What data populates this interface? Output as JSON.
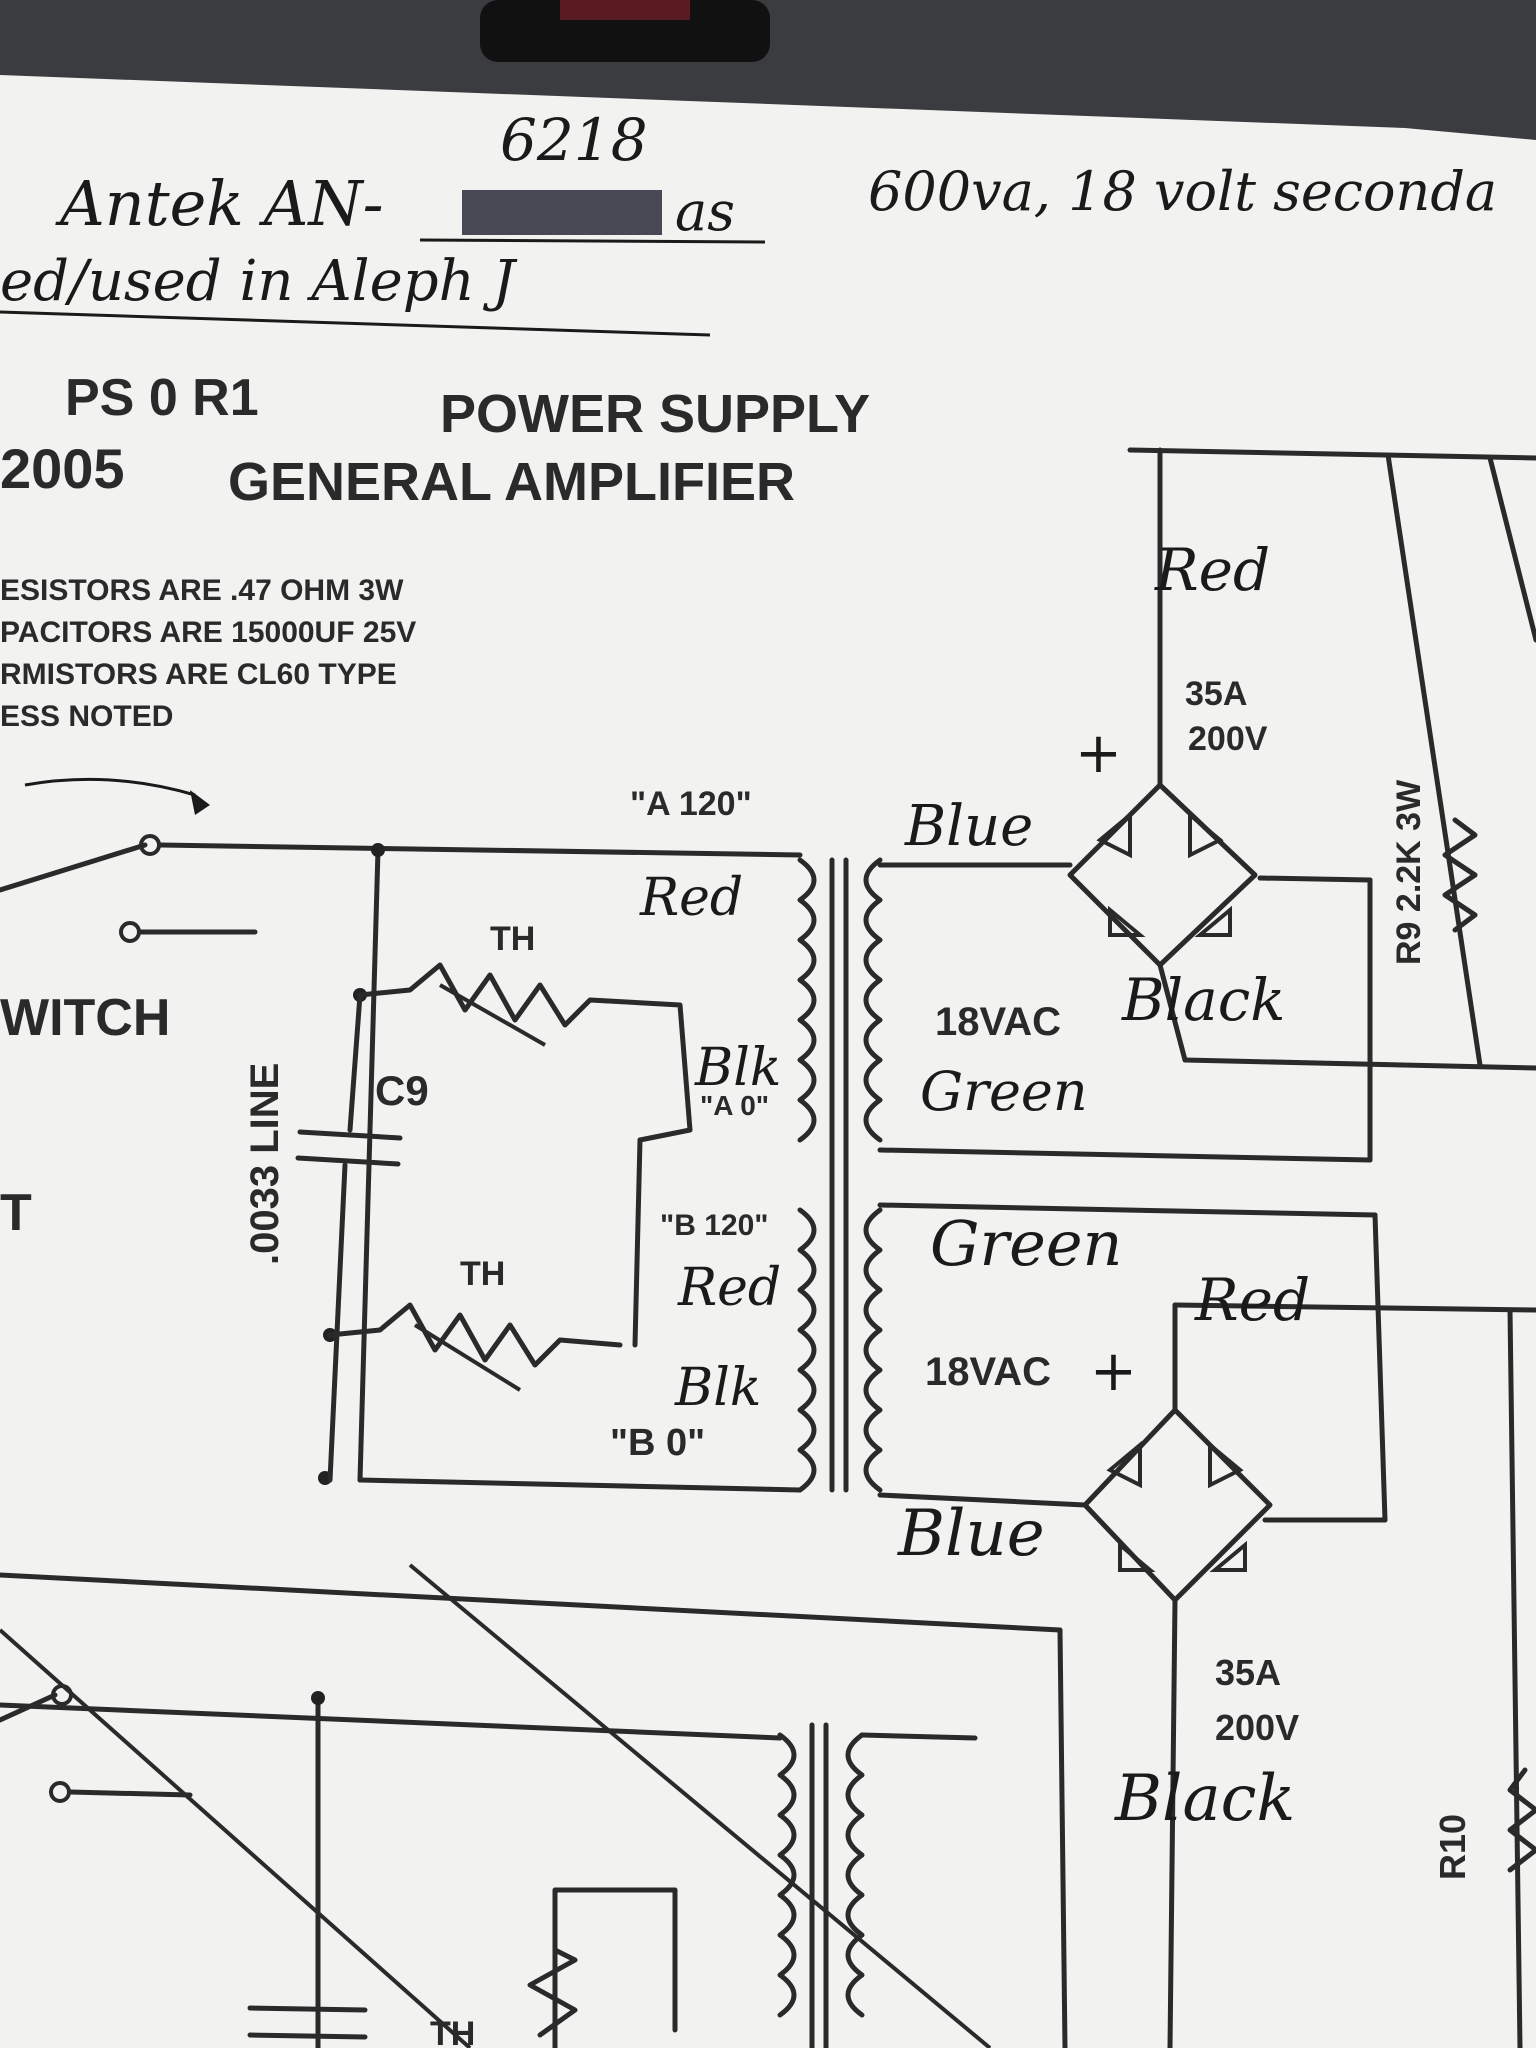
{
  "handwritten": {
    "model_prefix": "Antek AN-",
    "model_number": "6218",
    "model_suffix": "as",
    "rating_note": "600va, 18 volt seconda",
    "used_in": "ed/used in Aleph J",
    "wire_red_top": "Red",
    "wire_blue_top": "Blue",
    "wire_red_a": "Red",
    "wire_blk_a": "Blk",
    "wire_green_a": "Green",
    "wire_black_top": "Black",
    "wire_green_b": "Green",
    "wire_red_b": "Red",
    "wire_red_right": "Red",
    "wire_blk_b": "Blk",
    "wire_blue_bottom": "Blue",
    "wire_black_bottom": "Black"
  },
  "printed": {
    "title_line1_id": "PS 0 R1",
    "title_line1_name": "POWER SUPPLY",
    "title_line2_year": "2005",
    "title_line2_name": "GENERAL AMPLIFIER",
    "note1": "ESISTORS ARE .47 OHM 3W",
    "note2": "PACITORS ARE 15000UF 25V",
    "note3": "RMISTORS ARE CL60 TYPE",
    "note4": "ESS NOTED",
    "switch_label": "WITCH",
    "left_letter": "T",
    "line_cap_label": ".0033 LINE",
    "cap_ref": "C9",
    "thermistor_top": "TH",
    "thermistor_bottom": "TH",
    "thermistor_lower": "TH",
    "tap_a120": "\"A 120\"",
    "tap_a0": "\"A 0\"",
    "tap_b120": "\"B 120\"",
    "tap_b0": "\"B 0\"",
    "secondary_a": "18VAC",
    "secondary_b": "18VAC",
    "bridge_top_current": "35A",
    "bridge_top_voltage": "200V",
    "bridge_bottom_current": "35A",
    "bridge_bottom_voltage": "200V",
    "r9_label": "R9  2.2K 3W",
    "r10_label": "R10",
    "plus_top": "+",
    "plus_bottom": "+"
  }
}
